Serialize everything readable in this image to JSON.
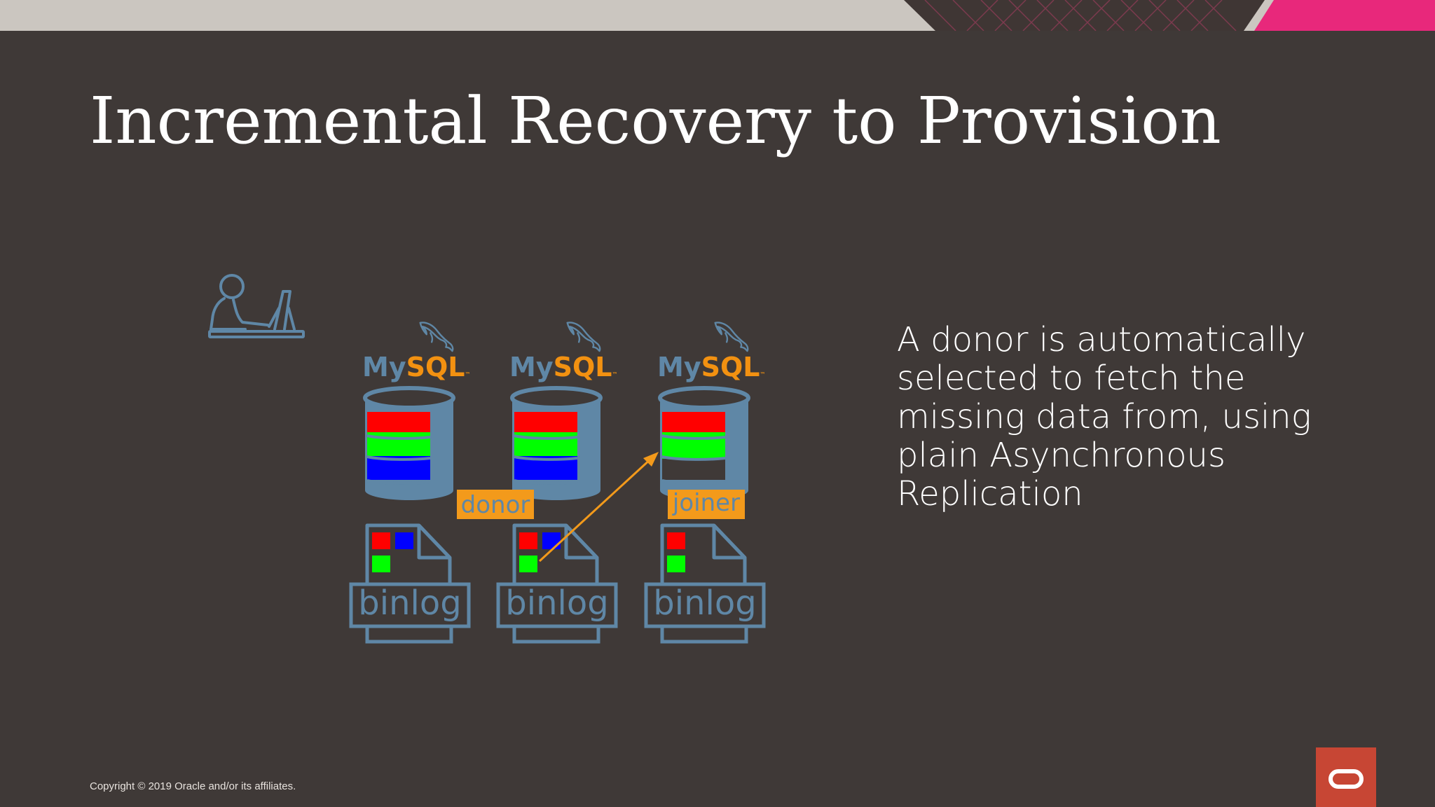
{
  "slide": {
    "title": "Incremental Recovery to Provision",
    "description_lines": [
      "A donor is automatically",
      "selected to fetch the",
      "missing data from, using",
      "plain Asynchronous",
      "Replication"
    ],
    "copyright": "Copyright © 2019 Oracle and/or its affiliates."
  },
  "diagram": {
    "servers": [
      {
        "brand_prefix": "My",
        "brand_suffix": "SQL",
        "tm": "™",
        "binlog_label": "binlog"
      },
      {
        "brand_prefix": "My",
        "brand_suffix": "SQL",
        "tm": "™",
        "binlog_label": "binlog"
      },
      {
        "brand_prefix": "My",
        "brand_suffix": "SQL",
        "tm": "™",
        "binlog_label": "binlog"
      }
    ],
    "donor_label": "donor",
    "joiner_label": "joiner"
  },
  "colors": {
    "background": "#3f3937",
    "top_band": "#cbc6c0",
    "accent_pink": "#e8287b",
    "icon_blue": "#5f87a6",
    "mysql_orange": "#f29111",
    "tag_orange": "#f39a1b",
    "oracle_red": "#c74634",
    "data_red": "#ff0000",
    "data_green": "#00ff00",
    "data_blue": "#0000ff"
  },
  "icons": {
    "admin": "person-at-computer-icon",
    "dolphin": "mysql-dolphin-icon",
    "oracle": "oracle-logo-icon"
  }
}
